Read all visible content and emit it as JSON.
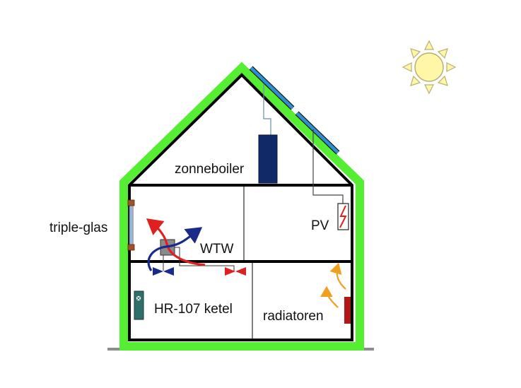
{
  "labels": {
    "zonneboiler": "zonneboiler",
    "pv": "PV",
    "triple_glas": "triple-glas",
    "wtw": "WTW",
    "ketel": "HR-107 ketel",
    "radiatoren": "radiatoren"
  },
  "colors": {
    "insulation": "#55ee33",
    "wall": "#000000",
    "solar_panel": "#2e8fd0",
    "boiler": "#0f2a66",
    "sun_fill": "#fff6a8",
    "sun_stroke": "#b8b070",
    "ground": "#8c8c8c",
    "warm_air": "#e02020",
    "cold_air": "#1a2a8a",
    "radiator": "#b01818",
    "heat_arrow": "#f0a020",
    "ketel": "#2f6f6a",
    "window_frame": "#a0522d",
    "window_glass": "#8fb8e8"
  }
}
